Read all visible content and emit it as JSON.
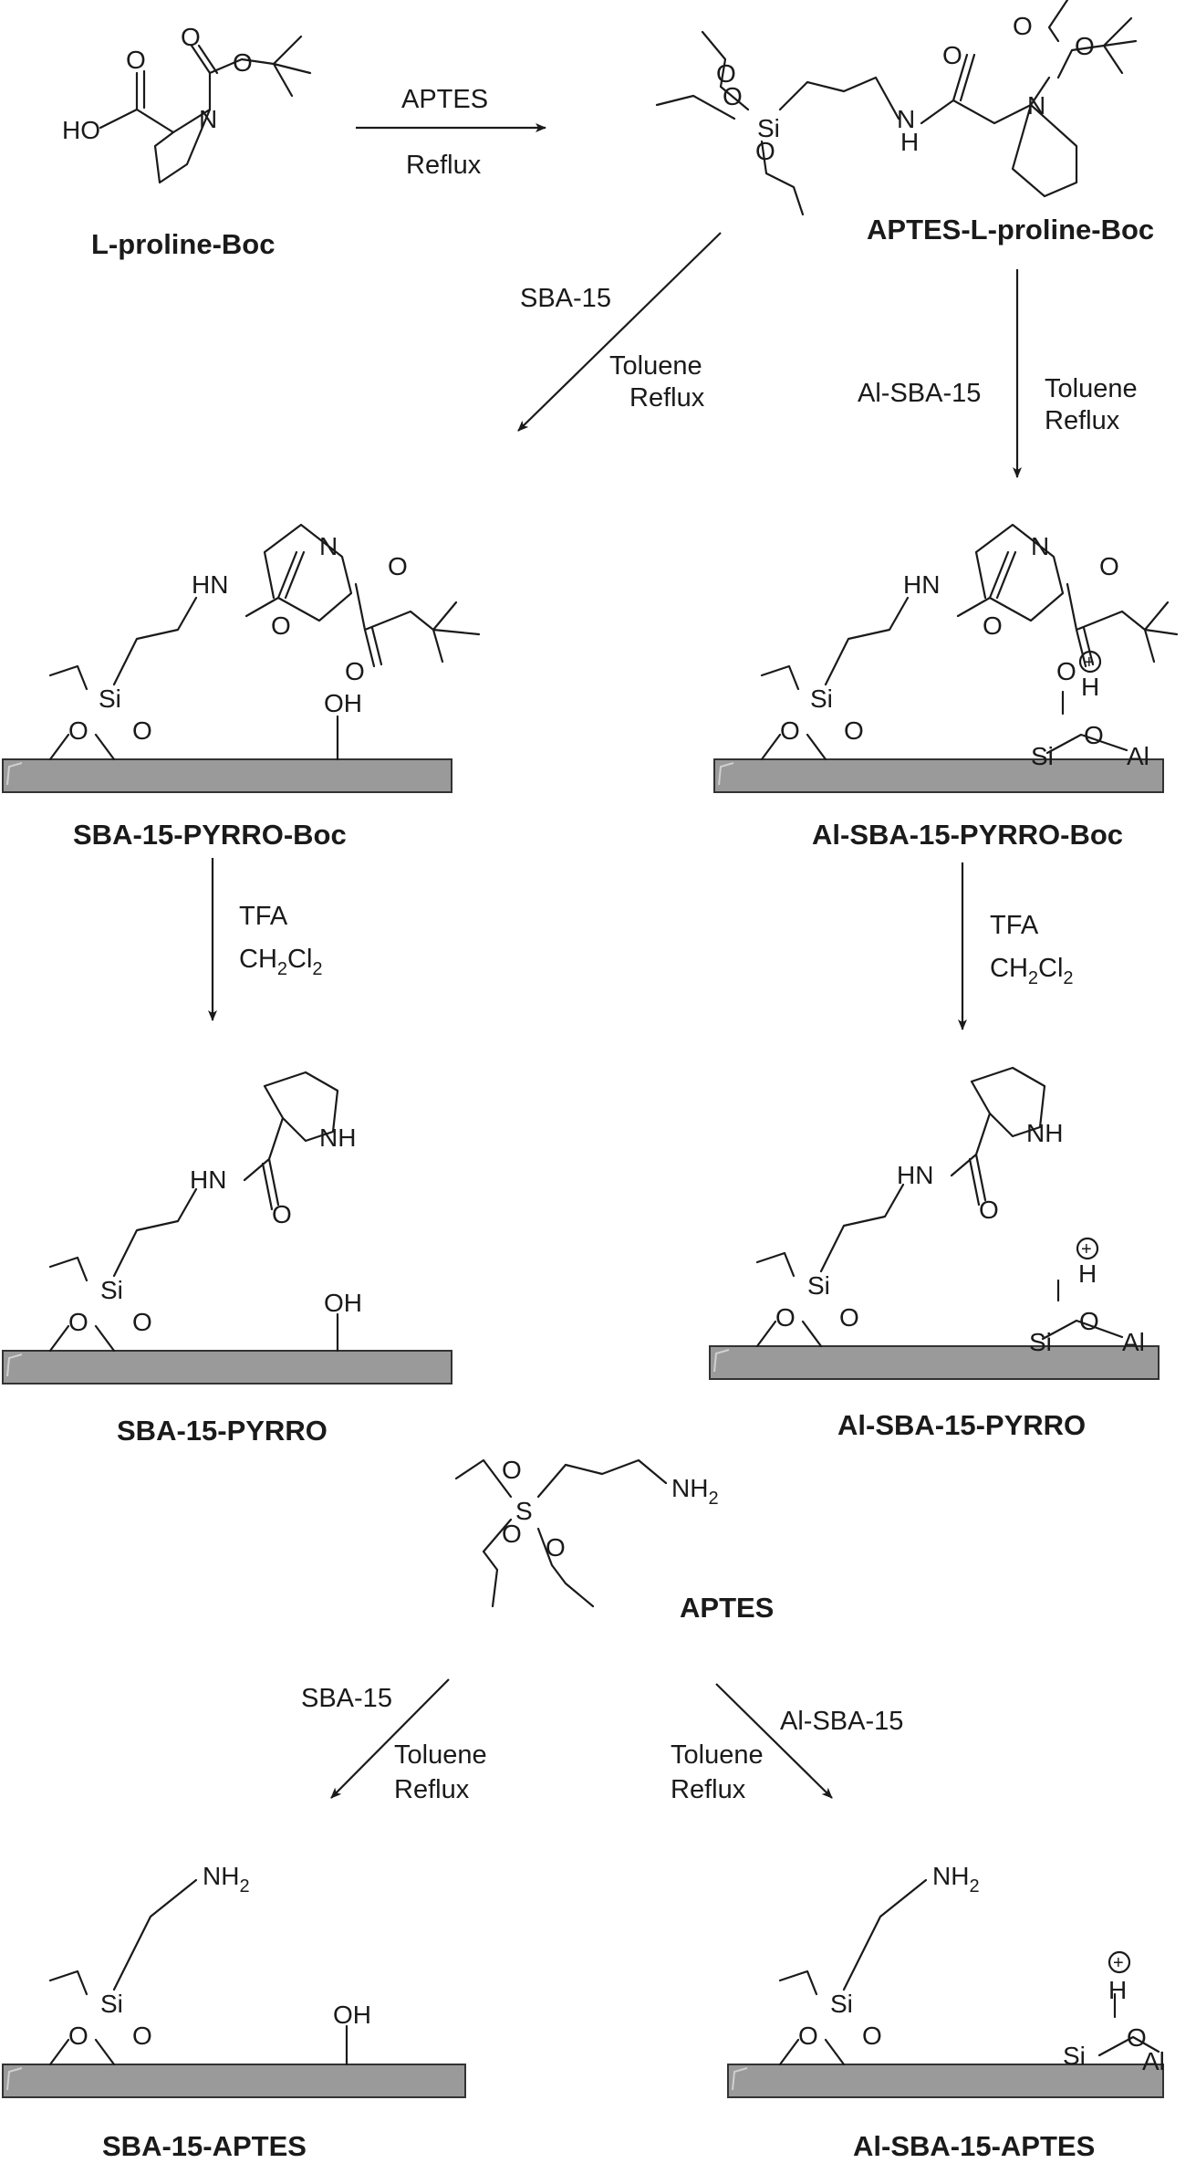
{
  "atoms": {
    "ho": "HO",
    "o": "O",
    "n": "N",
    "si": "Si",
    "h": "H",
    "nh": "NH",
    "hn": "HN",
    "oh": "OH",
    "al": "Al",
    "s": "S",
    "nh2_main": "NH",
    "nh2_sub": "2",
    "plus": "+"
  },
  "labels": {
    "l_proline_boc": "L-proline-Boc",
    "aptes_l_proline_boc": "APTES-L-proline-Boc",
    "sba15_pyrro_boc": "SBA-15-PYRRO-Boc",
    "al_sba15_pyrro_boc": "Al-SBA-15-PYRRO-Boc",
    "sba15_pyrro": "SBA-15-PYRRO",
    "al_sba15_pyrro": "Al-SBA-15-PYRRO",
    "aptes": "APTES",
    "sba15_aptes": "SBA-15-APTES",
    "al_sba15_aptes": "Al-SBA-15-APTES"
  },
  "conditions": {
    "aptes": "APTES",
    "reflux": "Reflux",
    "sba15": "SBA-15",
    "al_sba15": "Al-SBA-15",
    "toluene": "Toluene",
    "tfa": "TFA",
    "ch2cl2": {
      "p1": "CH",
      "s1": "2",
      "p2": "Cl",
      "s2": "2"
    }
  },
  "colors": {
    "support_fill": "#9a9a9a",
    "ink": "#1a1a1a"
  }
}
